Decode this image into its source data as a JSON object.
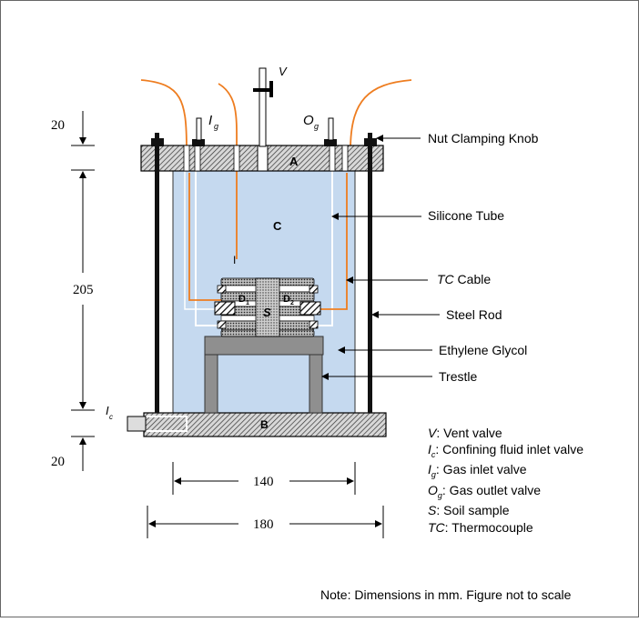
{
  "colors": {
    "fluid": "#c5d9ef",
    "tube": "#ee7d20",
    "steel": "#111111",
    "trestle": "#8f8f8f",
    "plate": "#d8d8d8",
    "frame": "#666666"
  },
  "dimensions": {
    "top_plate": "20",
    "chamber_height": "205",
    "bottom_plate": "20",
    "inner_width": "140",
    "outer_width": "180"
  },
  "parts": {
    "top_plate": "A",
    "bottom_plate": "B",
    "chamber": "C",
    "disc_left": "D",
    "disc_left_sub": "1",
    "disc_right": "D",
    "disc_right_sub": "2",
    "sample": "S",
    "tc_probe": "I",
    "vent": "V",
    "gas_inlet": "I",
    "gas_inlet_sub": "g",
    "gas_outlet": "O",
    "gas_outlet_sub": "g",
    "confining_inlet": "I",
    "confining_inlet_sub": "c"
  },
  "callouts": {
    "nut_knob": "Nut Clamping Knob",
    "silicone_tube": "Silicone Tube",
    "tc_cable_prefix": "TC",
    "tc_cable_rest": " Cable",
    "steel_rod": "Steel Rod",
    "ethylene_glycol": "Ethylene Glycol",
    "trestle": "Trestle"
  },
  "legend": [
    {
      "sym": "V",
      "sub": "",
      "text": ":  Vent valve"
    },
    {
      "sym": "I",
      "sub": "c",
      "text": ":  Confining fluid inlet valve"
    },
    {
      "sym": "I",
      "sub": "g",
      "text": ":  Gas inlet valve"
    },
    {
      "sym": "O",
      "sub": "g",
      "text": ": Gas outlet valve"
    },
    {
      "sym": "S",
      "sub": "",
      "text": ":   Soil sample"
    },
    {
      "sym": "TC",
      "sub": "",
      "text": ": Thermocouple"
    }
  ],
  "note": "Note: Dimensions in mm. Figure not to scale"
}
